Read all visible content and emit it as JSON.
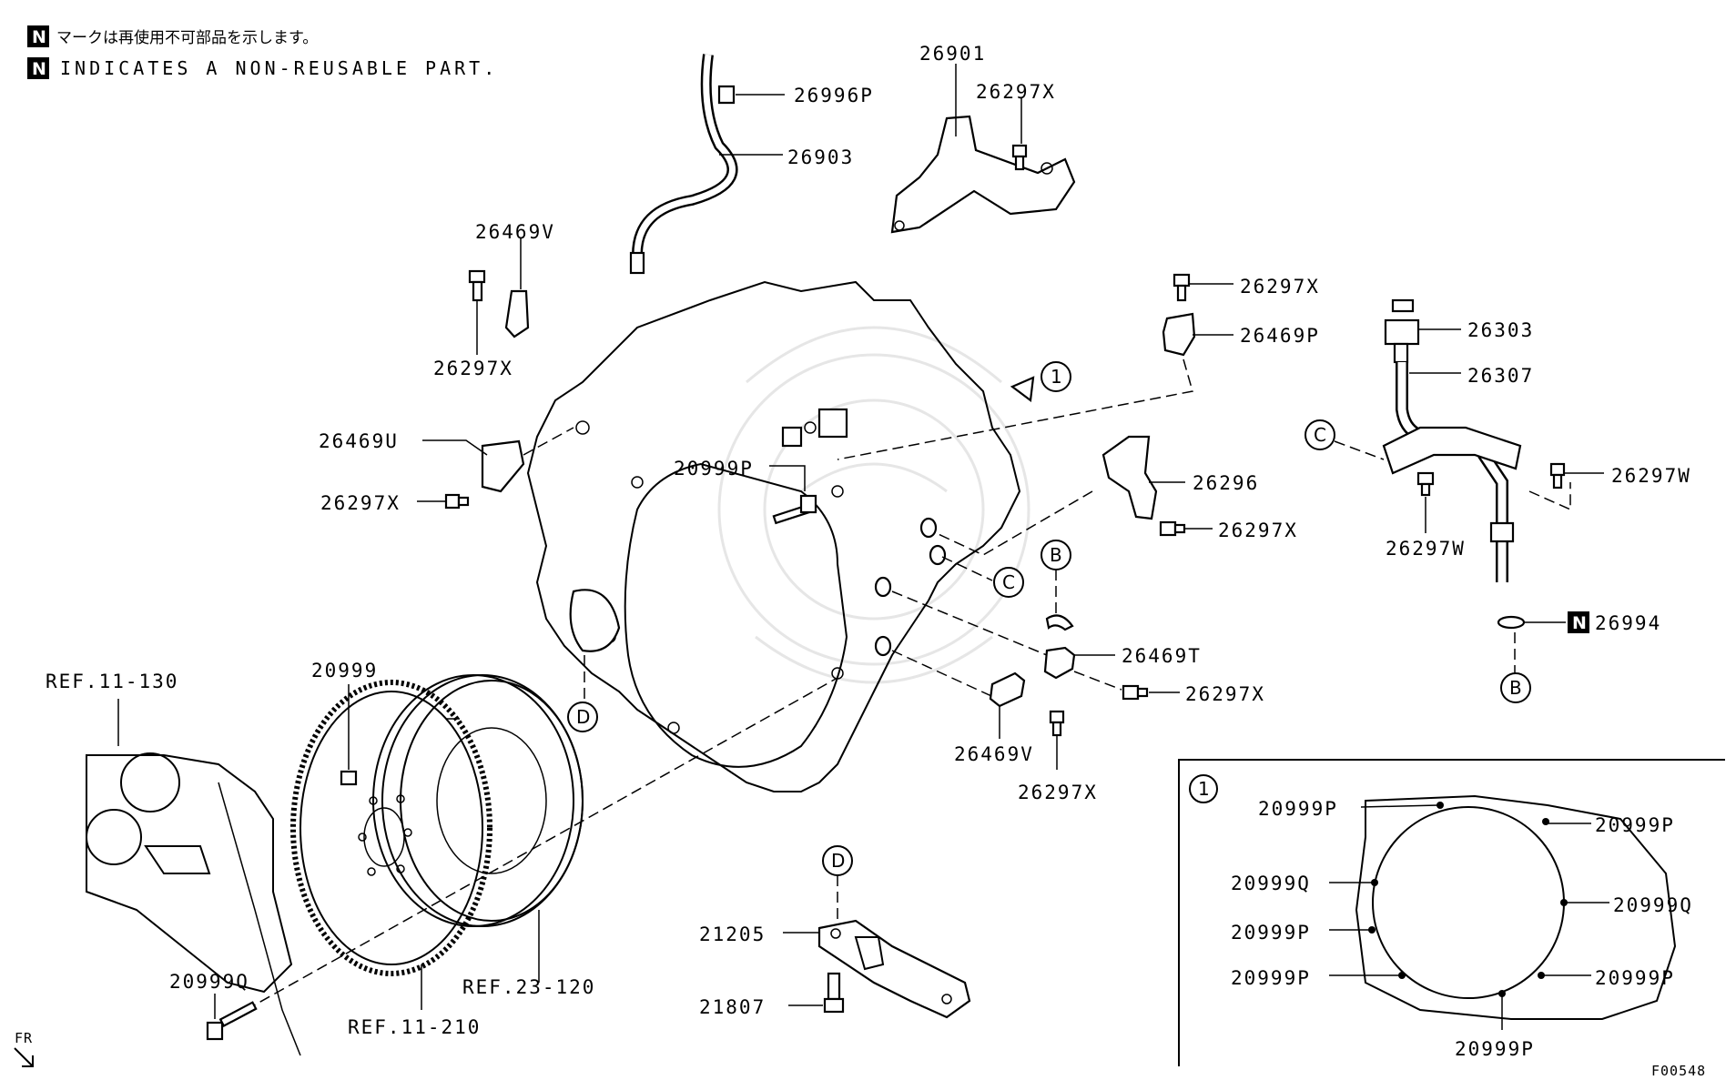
{
  "notes": {
    "badge": "N",
    "jp": "マークは再使用不可部品を示します。",
    "en": "INDICATES A NON-REUSABLE PART."
  },
  "parts": {
    "p26996P": "26996P",
    "p26903": "26903",
    "p26901": "26901",
    "p26297X_a": "26297X",
    "p26469V_a": "26469V",
    "p26297X_b": "26297X",
    "p26297X_c": "26297X",
    "p26469P": "26469P",
    "p26469U": "26469U",
    "p26297X_d": "26297X",
    "p20999P": "20999P",
    "p26296": "26296",
    "p26297X_e": "26297X",
    "p26303": "26303",
    "p26307": "26307",
    "p26297W_a": "26297W",
    "p26297W_b": "26297W",
    "p26994": "26994",
    "p26469T": "26469T",
    "p26297X_f": "26297X",
    "p26469V_b": "26469V",
    "p26297X_g": "26297X",
    "p20999": "20999",
    "pREF11130": "REF.11-130",
    "pREF23120": "REF.23-120",
    "pREF11210": "REF.11-210",
    "p20999Q": "20999Q",
    "p21205": "21205",
    "p21807": "21807"
  },
  "callouts": {
    "one": "1",
    "B": "B",
    "C": "C",
    "D": "D"
  },
  "inset": {
    "marker": "1",
    "labels": [
      "20999P",
      "20999P",
      "20999Q",
      "20999Q",
      "20999P",
      "20999P",
      "20999P",
      "20999P"
    ],
    "bottom": "20999P"
  },
  "footer": {
    "fr": "FR",
    "code": "F00548"
  }
}
